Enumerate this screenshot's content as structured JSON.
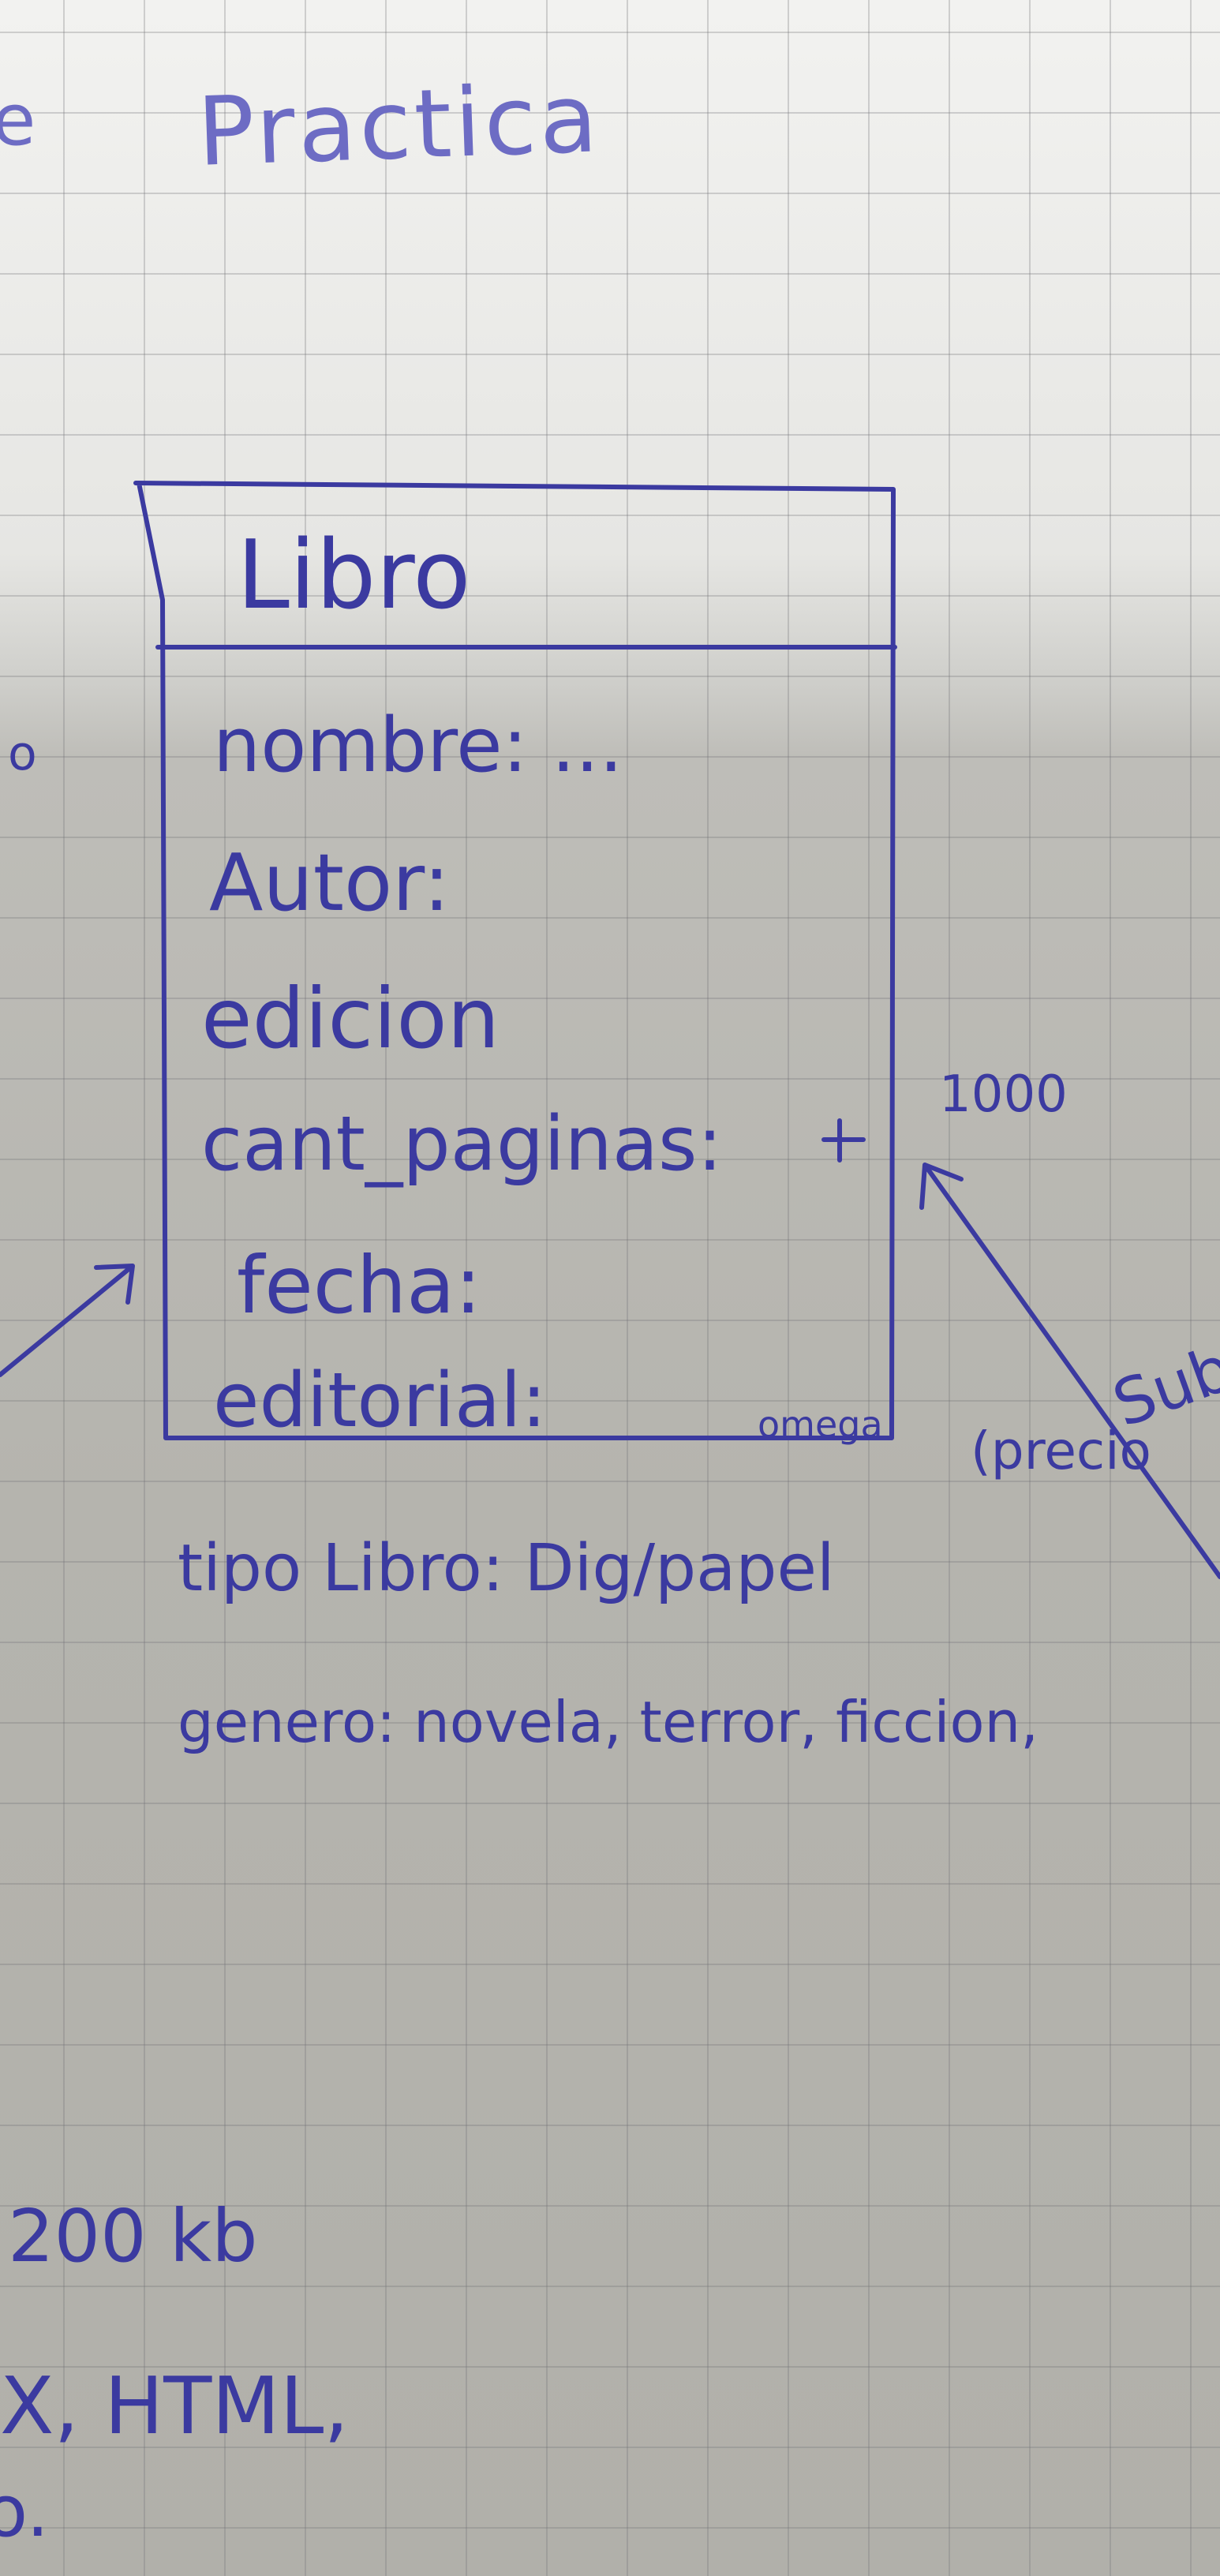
{
  "page_title": "Practica",
  "class_box": {
    "name": "Libro",
    "attributes": [
      "nombre: ...",
      "Autor:",
      "edicion",
      "cant_paginas:",
      "fecha:",
      "editorial:"
    ],
    "editorial_note": "omega"
  },
  "notes": {
    "pages_limit": "1000",
    "tipo_libro": "tipo Libro: Dig/papel",
    "genero": "genero: novela, terror, ficcion,",
    "side_text_right_1": "Sub",
    "side_text_right_2": "(precio",
    "size_note": "200 kb",
    "formats": "X, HTML,",
    "left_margin_char": "e",
    "left_margin_dot": "o",
    "bottom_left_char": "o."
  },
  "colors": {
    "ink": "#3b3aa0",
    "paper_top": "#f2f2f0",
    "paper_shadow": "#b5b4ae",
    "grid": "#6e6e73"
  }
}
